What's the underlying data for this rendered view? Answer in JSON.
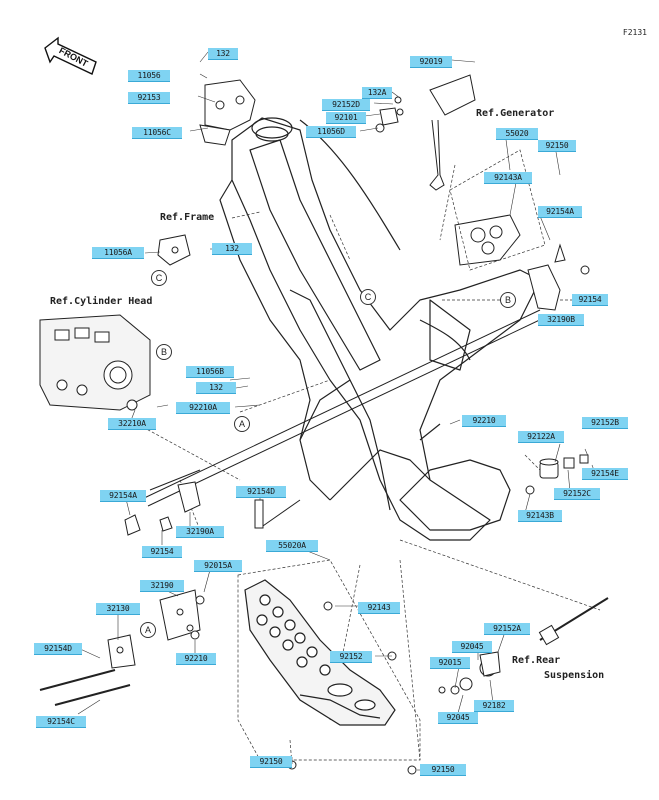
{
  "diagram_code": "F2131",
  "front_label": "FRONT",
  "refs": {
    "generator": "Ref.Generator",
    "frame": "Ref.Frame",
    "cylinder_head": "Ref.Cylinder Head",
    "rear_suspension_1": "Ref.Rear",
    "rear_suspension_2": "Suspension"
  },
  "callouts": {
    "c1": "A",
    "c2": "B",
    "c3": "C"
  },
  "parts": {
    "p132a": "132",
    "p11056a": "11056",
    "p92153": "92153",
    "p11056c": "11056C",
    "p92019": "92019",
    "p132b": "132A",
    "p92152d": "92152D",
    "p92101": "92101",
    "p11056d": "11056D",
    "p55020": "55020",
    "p92150a": "92150",
    "p92143a": "92143A",
    "p92154a1": "92154A",
    "p11056aa": "11056A",
    "p132c": "132",
    "p92154b": "92154",
    "p32190b": "32190B",
    "p11056b": "11056B",
    "p132d": "132",
    "p92210a": "92210A",
    "p32210a": "32210A",
    "p92210": "92210",
    "p92152b": "92152B",
    "p92122a": "92122A",
    "p92154e": "92154E",
    "p92152c": "92152C",
    "p92143b": "92143B",
    "p92154a2": "92154A",
    "p92154d1": "92154D",
    "p32190a": "32190A",
    "p92154c1": "92154",
    "p55020a": "55020A",
    "p92015a": "92015A",
    "p32190": "32190",
    "p32130": "32130",
    "p92143": "92143",
    "p92210b": "92210",
    "p92154d2": "92154D",
    "p92154c": "92154C",
    "p92152": "92152",
    "p92152a": "92152A",
    "p92045a": "92045",
    "p92015": "92015",
    "p92045b": "92045",
    "p92182": "92182",
    "p92150b": "92150",
    "p92150c": "92150"
  }
}
